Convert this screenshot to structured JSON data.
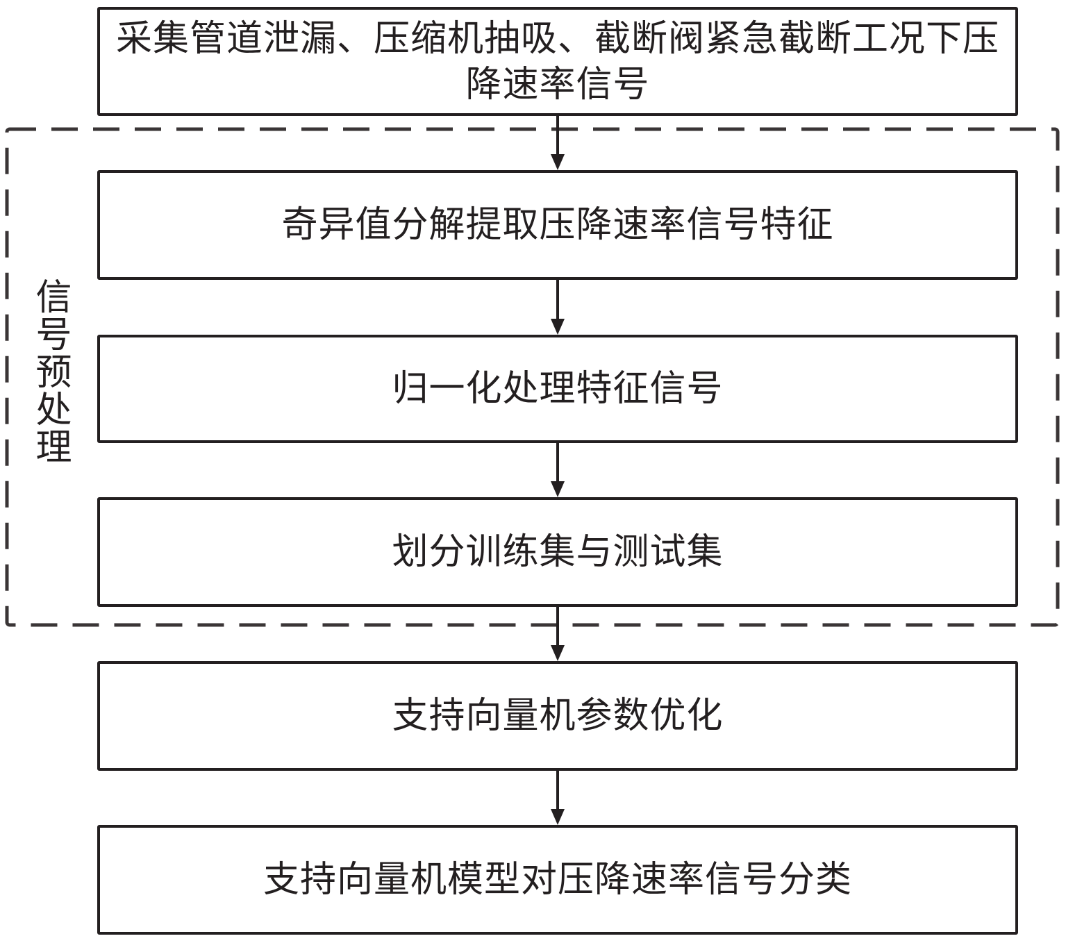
{
  "steps": [
    {
      "text": "采集管道泄漏、压缩机抽吸、截断阀紧急截断工况下压降速率信号"
    },
    {
      "text": "奇异值分解提取压降速率信号特征"
    },
    {
      "text": "归一化处理特征信号"
    },
    {
      "text": "划分训练集与测试集"
    },
    {
      "text": "支持向量机参数优化"
    },
    {
      "text": "支持向量机模型对压降速率信号分类"
    }
  ],
  "group": {
    "label": "信号预处理"
  }
}
